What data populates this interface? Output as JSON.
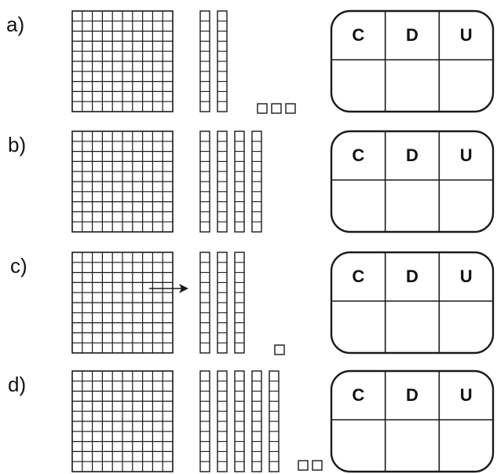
{
  "exercises": [
    {
      "label": "a)",
      "hundreds": 1,
      "tens": 2,
      "units": 3,
      "table_headers": [
        "C",
        "D",
        "U"
      ]
    },
    {
      "label": "b)",
      "hundreds": 1,
      "tens": 4,
      "units": 0,
      "table_headers": [
        "C",
        "D",
        "U"
      ]
    },
    {
      "label": "c)",
      "hundreds": 1,
      "tens": 3,
      "units": 1,
      "table_headers": [
        "C",
        "D",
        "U"
      ]
    },
    {
      "label": "d)",
      "hundreds": 1,
      "tens": 5,
      "units": 2,
      "table_headers": [
        "C",
        "D",
        "U"
      ]
    }
  ],
  "colors": {
    "ink": "#1a1a1a",
    "paper": "#ffffff"
  }
}
